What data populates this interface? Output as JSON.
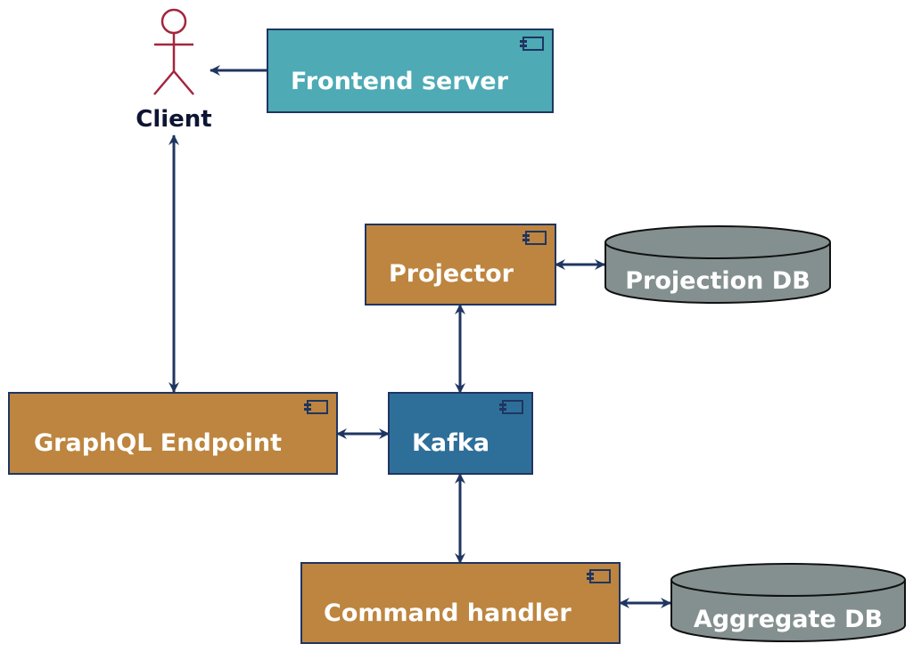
{
  "diagram": {
    "title": "",
    "actor": {
      "label": "Client"
    },
    "components": {
      "frontend": {
        "label": "Frontend server",
        "color": "#4eaab5"
      },
      "projector": {
        "label": "Projector",
        "color": "#bd853f"
      },
      "graphql": {
        "label": "GraphQL Endpoint",
        "color": "#bd853f"
      },
      "kafka": {
        "label": "Kafka",
        "color": "#2e6f9a"
      },
      "command": {
        "label": "Command handler",
        "color": "#bd853f"
      }
    },
    "databases": {
      "projection_db": {
        "label": "Projection DB",
        "color": "#84908f"
      },
      "aggregate_db": {
        "label": "Aggregate DB",
        "color": "#84908f"
      }
    },
    "edges": [
      {
        "from": "Frontend server",
        "to": "Client",
        "direction": "one-way"
      },
      {
        "from": "Client",
        "to": "GraphQL Endpoint",
        "direction": "bidirectional"
      },
      {
        "from": "Projector",
        "to": "Projection DB",
        "direction": "bidirectional"
      },
      {
        "from": "Projector",
        "to": "Kafka",
        "direction": "bidirectional"
      },
      {
        "from": "GraphQL Endpoint",
        "to": "Kafka",
        "direction": "bidirectional"
      },
      {
        "from": "Kafka",
        "to": "Command handler",
        "direction": "bidirectional"
      },
      {
        "from": "Command handler",
        "to": "Aggregate DB",
        "direction": "bidirectional"
      }
    ],
    "colors": {
      "border": "#1f3561",
      "edge": "#1f3561",
      "actor": "#a3263d",
      "db_border": "#111111"
    }
  }
}
